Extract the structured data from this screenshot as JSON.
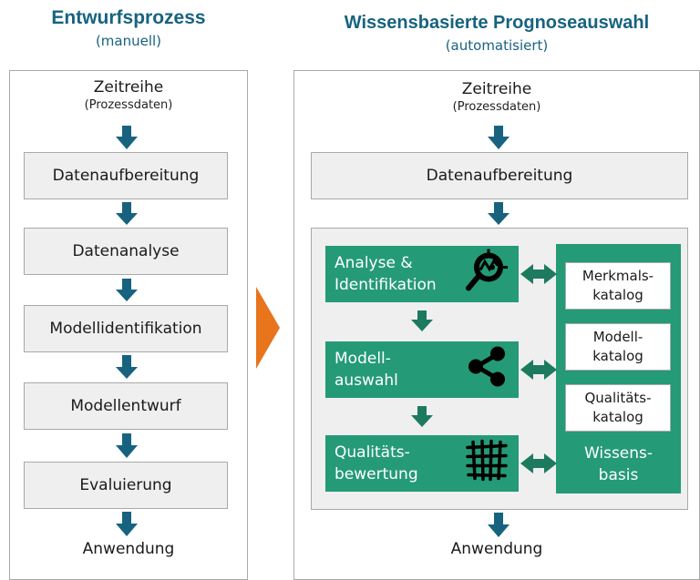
{
  "left": {
    "title": "Entwurfsprozess",
    "subtitle": "(manuell)",
    "input": "Zeitreihe",
    "input_note": "(Prozessdaten)",
    "steps": [
      "Datenaufbereitung",
      "Datenanalyse",
      "Modellidentifikation",
      "Modellentwurf",
      "Evaluierung"
    ],
    "output": "Anwendung"
  },
  "right": {
    "title": "Wissensbasierte Prognoseauswahl",
    "subtitle": "(automatisiert)",
    "input": "Zeitreihe",
    "input_note": "(Prozessdaten)",
    "prep": "Datenaufbereitung",
    "green_steps": [
      {
        "line1": "Analyse &",
        "line2": "Identifikation",
        "icon": "magnifier-chart-icon"
      },
      {
        "line1": "Modell-",
        "line2": "auswahl",
        "icon": "share-nodes-icon"
      },
      {
        "line1": "Qualitäts-",
        "line2": "bewertung",
        "icon": "grid-net-icon"
      }
    ],
    "knowledge_base": {
      "catalogs": [
        {
          "line1": "Merkmals-",
          "line2": "katalog"
        },
        {
          "line1": "Modell-",
          "line2": "katalog"
        },
        {
          "line1": "Qualitäts-",
          "line2": "katalog"
        }
      ],
      "label_line1": "Wissens-",
      "label_line2": "basis"
    },
    "output": "Anwendung"
  },
  "colors": {
    "title": "#17637f",
    "arrow": "#17637f",
    "green": "#259a76",
    "dark_green": "#1d7a5e",
    "box_fill": "#efefef",
    "chevron": "#e8741c"
  }
}
